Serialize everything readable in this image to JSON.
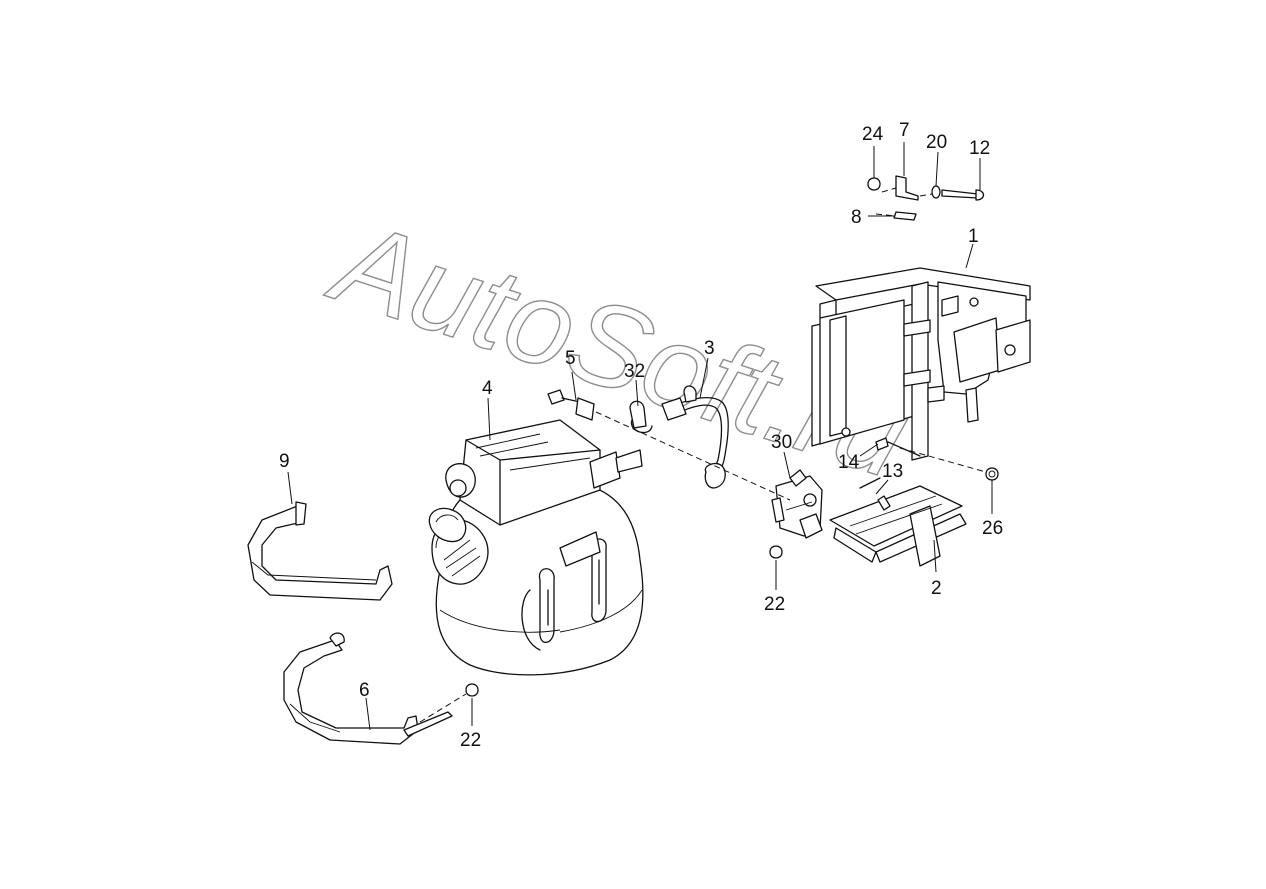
{
  "watermark": "AutoSoft.ru",
  "callouts": {
    "c1": "1",
    "c2": "2",
    "c3": "3",
    "c4": "4",
    "c5": "5",
    "c6": "6",
    "c7": "7",
    "c8": "8",
    "c9": "9",
    "c12": "12",
    "c13": "13",
    "c14": "14",
    "c20": "20",
    "c22a": "22",
    "c22b": "22",
    "c24": "24",
    "c26": "26",
    "c30": "30",
    "c32": "32"
  }
}
